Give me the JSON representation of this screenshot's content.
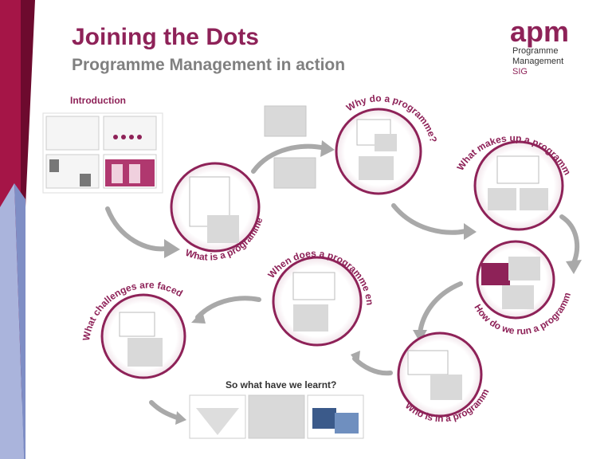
{
  "header": {
    "title": "Joining the Dots",
    "subtitle": "Programme Management in action"
  },
  "logo": {
    "brand": "apm",
    "line1": "Programme",
    "line2": "Management",
    "line3": "SIG"
  },
  "intro": {
    "label": "Introduction"
  },
  "steps": {
    "what_is": "What is a programme?",
    "why": "Why do a programme?",
    "makes_up": "What makes up a programme?",
    "how_run": "How do we run a programme?",
    "who": "Who is in a programme?",
    "when_end": "When does a programme end?",
    "challenges": "What challenges are faced?"
  },
  "summary": {
    "title": "So what have we learnt?"
  },
  "colors": {
    "brand": "#8e2258",
    "arrow": "#a9a9a9",
    "slide": "#d9d9d9"
  }
}
